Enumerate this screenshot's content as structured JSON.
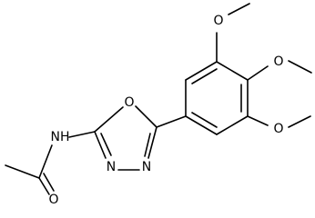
{
  "colors": {
    "background": "#ffffff",
    "ink": "#000000"
  },
  "molecule": {
    "atoms": [
      {
        "id": "CH3_acetyl",
        "label": ""
      },
      {
        "id": "C_carbonyl",
        "label": ""
      },
      {
        "id": "O_carbonyl",
        "label": "O"
      },
      {
        "id": "N_amide",
        "label": "NH"
      },
      {
        "id": "C2_ring",
        "label": ""
      },
      {
        "id": "O_ring",
        "label": "O"
      },
      {
        "id": "C5_ring",
        "label": ""
      },
      {
        "id": "N4_ring",
        "label": "N"
      },
      {
        "id": "N3_ring",
        "label": "N"
      },
      {
        "id": "Ph_C1",
        "label": ""
      },
      {
        "id": "Ph_C2",
        "label": ""
      },
      {
        "id": "Ph_C3",
        "label": ""
      },
      {
        "id": "Ph_C4",
        "label": ""
      },
      {
        "id": "Ph_C5",
        "label": ""
      },
      {
        "id": "Ph_C6",
        "label": ""
      },
      {
        "id": "O_meta_top",
        "label": "O"
      },
      {
        "id": "O_para",
        "label": "O"
      },
      {
        "id": "O_meta_bottom",
        "label": "O"
      },
      {
        "id": "CH3_meta_top",
        "label": ""
      },
      {
        "id": "CH3_para",
        "label": ""
      },
      {
        "id": "CH3_meta_bottom",
        "label": ""
      }
    ]
  }
}
